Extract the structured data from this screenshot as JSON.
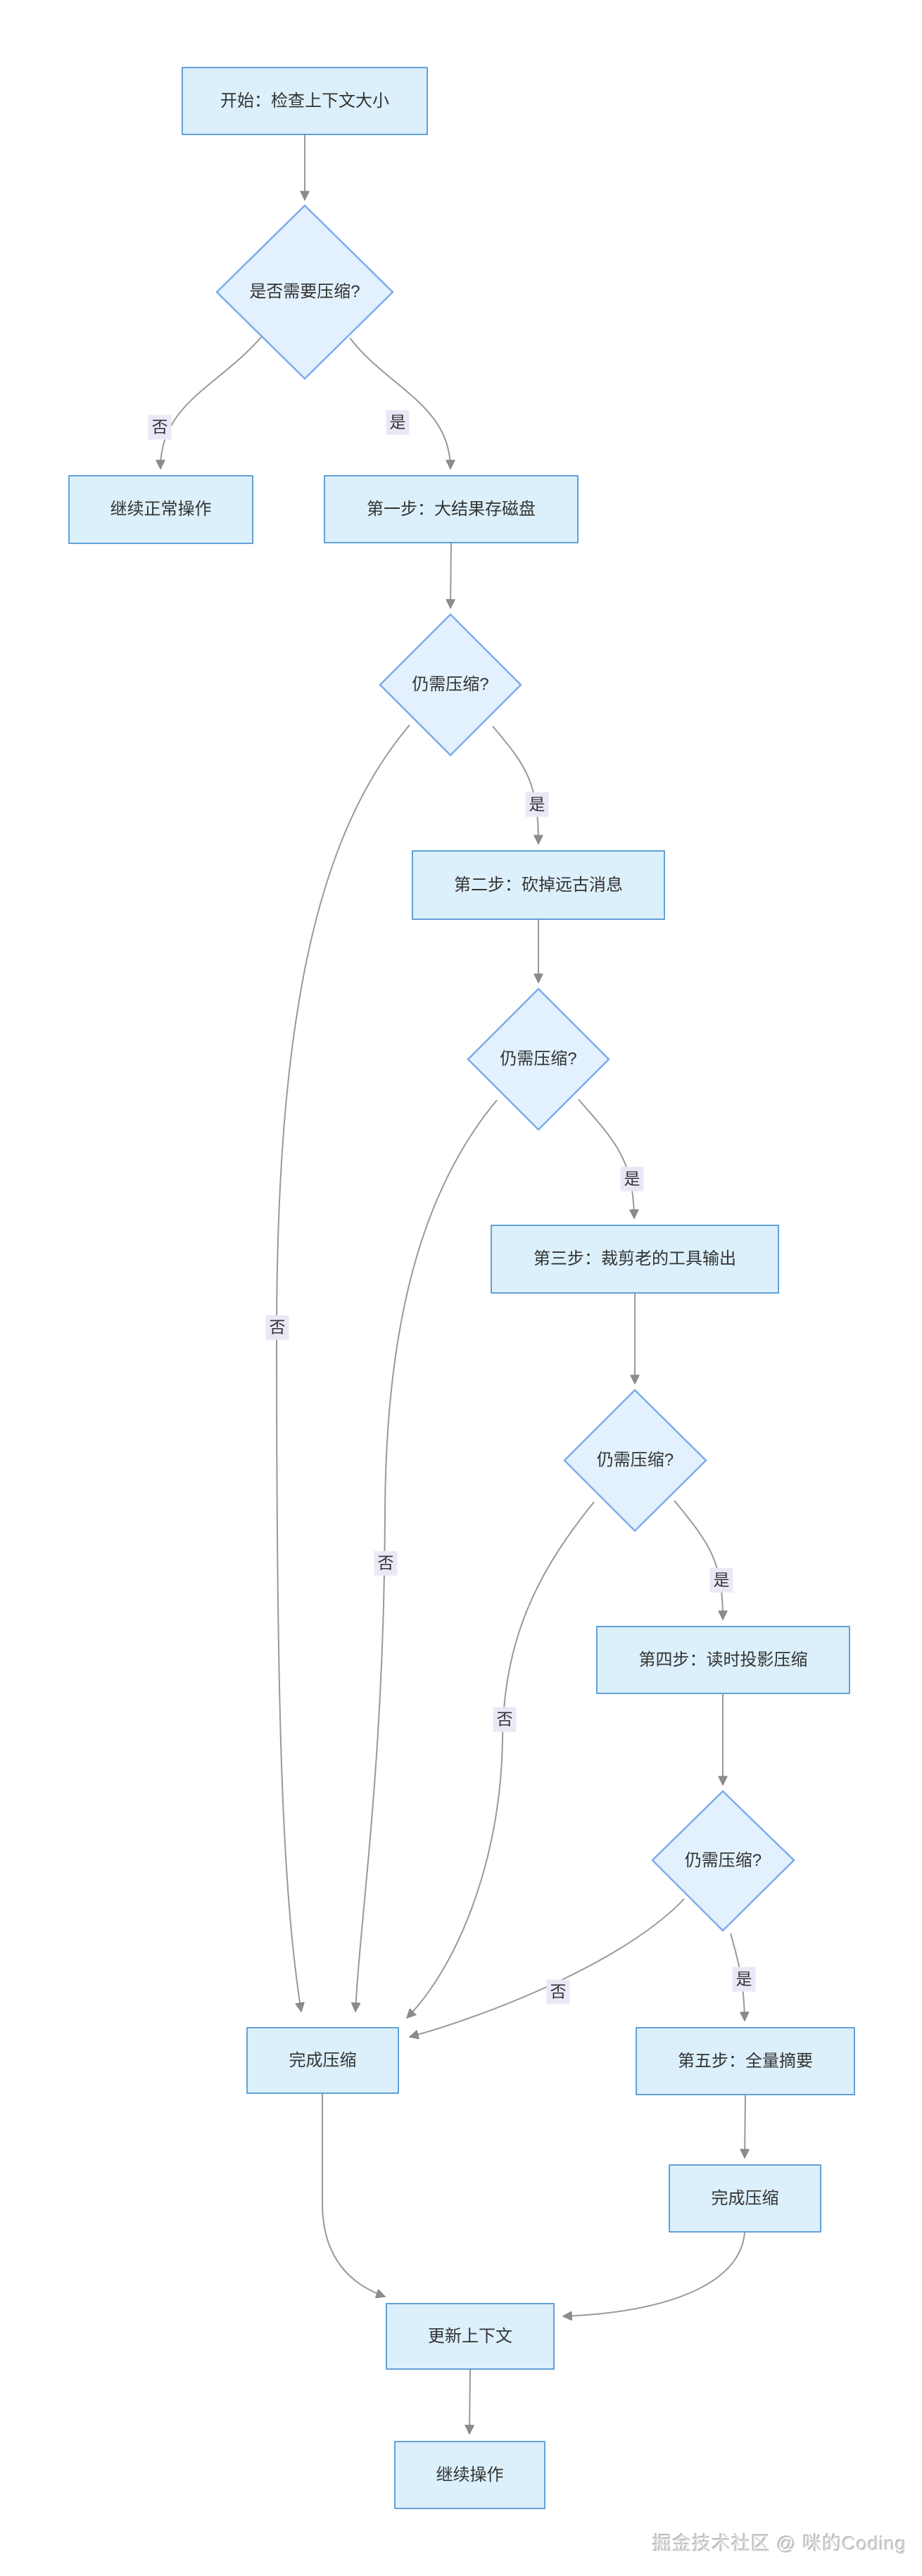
{
  "diagram": {
    "type": "flowchart",
    "nodes": [
      {
        "id": "start",
        "shape": "rect",
        "label": "开始：检查上下文大小"
      },
      {
        "id": "decision1",
        "shape": "diamond",
        "label": "是否需要压缩?"
      },
      {
        "id": "normal",
        "shape": "rect",
        "label": "继续正常操作"
      },
      {
        "id": "step1",
        "shape": "rect",
        "label": "第一步：大结果存磁盘"
      },
      {
        "id": "decision2",
        "shape": "diamond",
        "label": "仍需压缩?"
      },
      {
        "id": "step2",
        "shape": "rect",
        "label": "第二步：砍掉远古消息"
      },
      {
        "id": "decision3",
        "shape": "diamond",
        "label": "仍需压缩?"
      },
      {
        "id": "step3",
        "shape": "rect",
        "label": "第三步：裁剪老的工具输出"
      },
      {
        "id": "decision4",
        "shape": "diamond",
        "label": "仍需压缩?"
      },
      {
        "id": "step4",
        "shape": "rect",
        "label": "第四步：读时投影压缩"
      },
      {
        "id": "decision5",
        "shape": "diamond",
        "label": "仍需压缩?"
      },
      {
        "id": "step5",
        "shape": "rect",
        "label": "第五步：全量摘要"
      },
      {
        "id": "doneLeft",
        "shape": "rect",
        "label": "完成压缩"
      },
      {
        "id": "doneRight",
        "shape": "rect",
        "label": "完成压缩"
      },
      {
        "id": "update",
        "shape": "rect",
        "label": "更新上下文"
      },
      {
        "id": "continue",
        "shape": "rect",
        "label": "继续操作"
      }
    ],
    "edges": [
      {
        "from": "start",
        "to": "decision1",
        "label": ""
      },
      {
        "from": "decision1",
        "to": "normal",
        "label": "否"
      },
      {
        "from": "decision1",
        "to": "step1",
        "label": "是"
      },
      {
        "from": "step1",
        "to": "decision2",
        "label": ""
      },
      {
        "from": "decision2",
        "to": "step2",
        "label": "是"
      },
      {
        "from": "decision2",
        "to": "doneLeft",
        "label": "否"
      },
      {
        "from": "step2",
        "to": "decision3",
        "label": ""
      },
      {
        "from": "decision3",
        "to": "step3",
        "label": "是"
      },
      {
        "from": "decision3",
        "to": "doneLeft",
        "label": "否"
      },
      {
        "from": "step3",
        "to": "decision4",
        "label": ""
      },
      {
        "from": "decision4",
        "to": "step4",
        "label": "是"
      },
      {
        "from": "decision4",
        "to": "doneLeft",
        "label": "否"
      },
      {
        "from": "step4",
        "to": "decision5",
        "label": ""
      },
      {
        "from": "decision5",
        "to": "step5",
        "label": "是"
      },
      {
        "from": "decision5",
        "to": "doneLeft",
        "label": "否"
      },
      {
        "from": "step5",
        "to": "doneRight",
        "label": ""
      },
      {
        "from": "doneRight",
        "to": "update",
        "label": ""
      },
      {
        "from": "doneLeft",
        "to": "update",
        "label": ""
      },
      {
        "from": "update",
        "to": "continue",
        "label": ""
      }
    ],
    "colors": {
      "rect_fill": "#dcf0fb",
      "rect_stroke": "#62a1d8",
      "diamond_fill": "#e2f1fd",
      "diamond_stroke": "#7dabec",
      "edge": "#999999",
      "arrow": "#8c8c8c",
      "label_bg": "#ece7f6",
      "text": "#333333"
    },
    "watermark": "掘金技术社区 @ 咪的Coding"
  }
}
